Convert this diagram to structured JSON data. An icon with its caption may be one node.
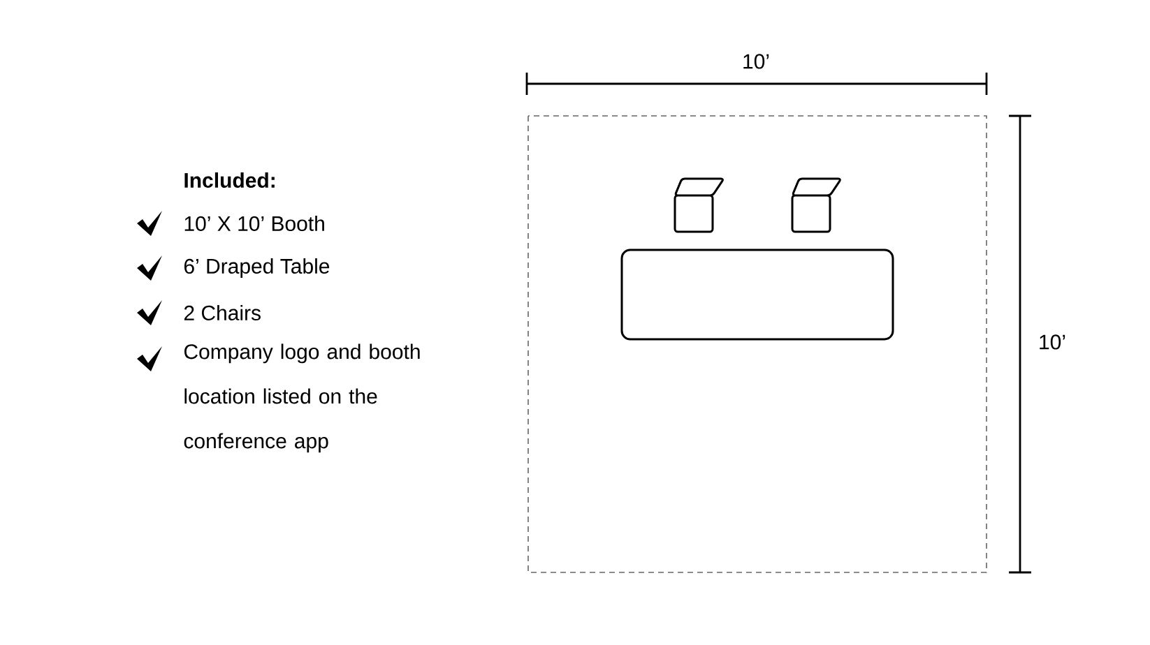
{
  "diagram": {
    "labels": [
      "10’",
      "Included:",
      "10’ X 10’ Booth",
      "6’ Draped Table",
      "2 Chairs",
      "Company logo and booth location listed on the conference app",
      "10’"
    ]
  }
}
